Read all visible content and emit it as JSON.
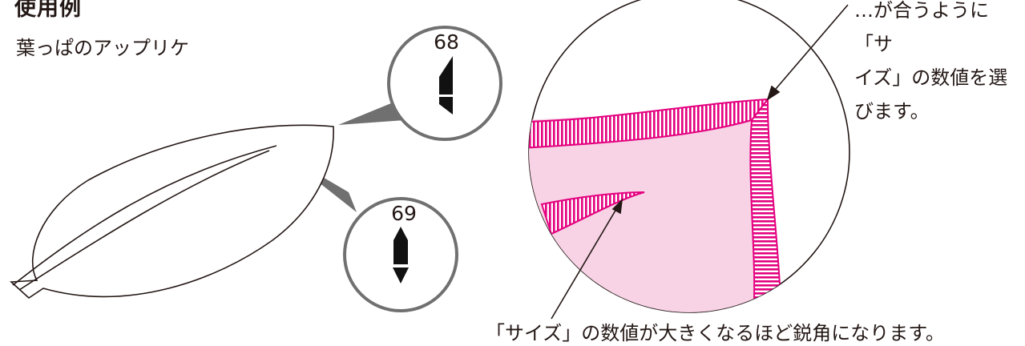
{
  "heading": "使用例",
  "subtitle": "葉っぱのアップリケ",
  "note": "…が合うように「サ\nイズ」の数値を選\nびます。",
  "caption": "「サイズ」の数値が大きくなるほど鋭角になります。",
  "stitch_numbers": {
    "top": "68",
    "bottom": "69"
  },
  "colors": {
    "outline": "#231815",
    "satin_stitch": "#e4007f",
    "fabric_fill": "#f7d3e5",
    "callout_gray": "#707070"
  }
}
